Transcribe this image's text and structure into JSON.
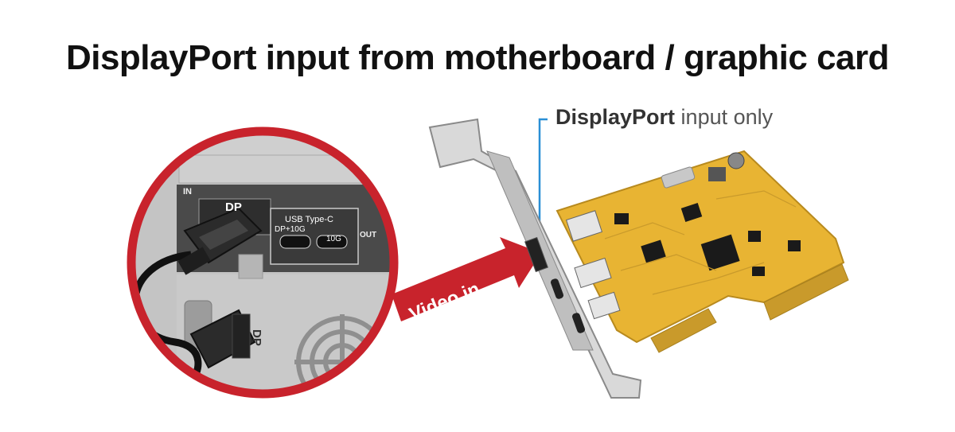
{
  "header": {
    "title": "DisplayPort input from motherboard / graphic card"
  },
  "callout": {
    "bold": "DisplayPort",
    "rest": " input only"
  },
  "arrow": {
    "label": "Video in"
  },
  "panel": {
    "in_label": "IN",
    "out_label": "OUT",
    "dp_label": "DP",
    "usbc_label": "USB Type-C",
    "port1_label": "DP+10G",
    "port2_label": "10G",
    "cable_dp_label": "DP"
  },
  "colors": {
    "accent": "#c8232c",
    "callout_line": "#2a8fd6",
    "pcb": "#e8b433",
    "bracket": "#d9d9d9"
  }
}
